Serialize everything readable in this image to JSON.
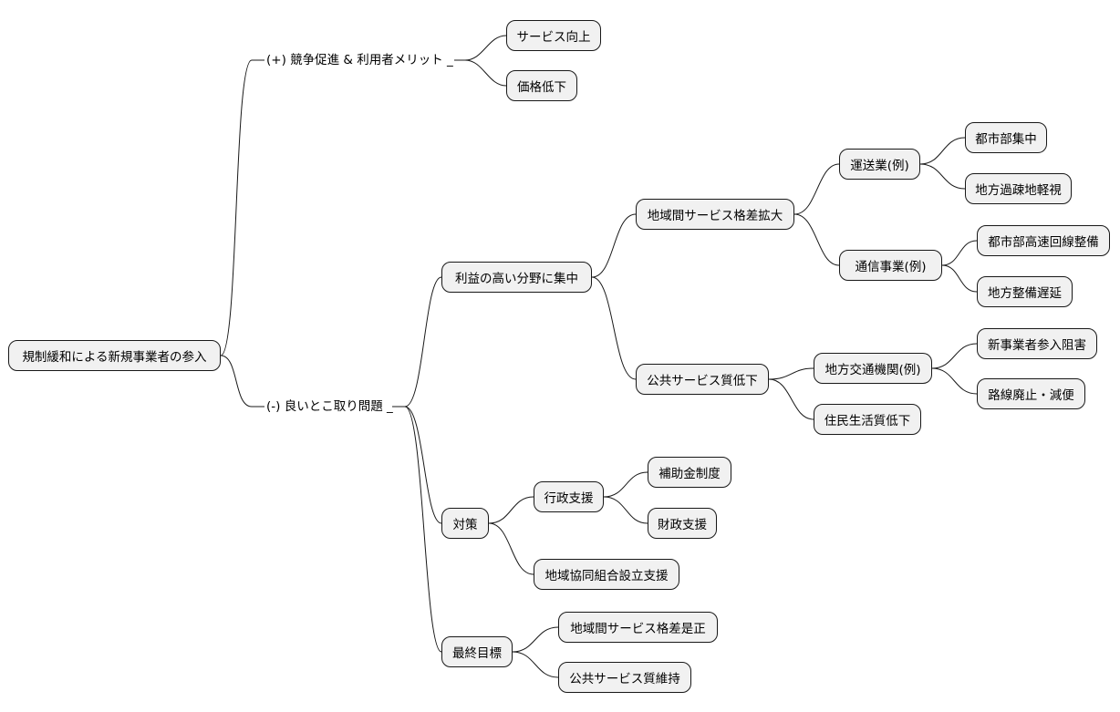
{
  "mindmap": {
    "root": "規制緩和による新規事業者の参入",
    "positive_branch": {
      "label": "(+) 競争促進 & 利用者メリット _",
      "children": [
        "サービス向上",
        "価格低下"
      ]
    },
    "negative_branch": {
      "label": "(-) 良いとこ取り問題 _",
      "profit_focus": {
        "label": "利益の高い分野に集中",
        "regional_gap": {
          "label": "地域間サービス格差拡大",
          "transport": {
            "label": "運送業(例)",
            "children": [
              "都市部集中",
              "地方過疎地軽視"
            ]
          },
          "telecom": {
            "label": "通信事業(例)",
            "children": [
              "都市部高速回線整備",
              "地方整備遅延"
            ]
          }
        },
        "quality_decline": {
          "label": "公共サービス質低下",
          "local_transport": {
            "label": "地方交通機関(例)",
            "children": [
              "新事業者参入阻害",
              "路線廃止・減便"
            ]
          },
          "resident_quality": "住民生活質低下"
        }
      },
      "measures": {
        "label": "対策",
        "admin_support": {
          "label": "行政支援",
          "children": [
            "補助金制度",
            "財政支援"
          ]
        },
        "cooperative_support": "地域協同組合設立支援"
      },
      "goals": {
        "label": "最終目標",
        "children": [
          "地域間サービス格差是正",
          "公共サービス質維持"
        ]
      }
    }
  }
}
